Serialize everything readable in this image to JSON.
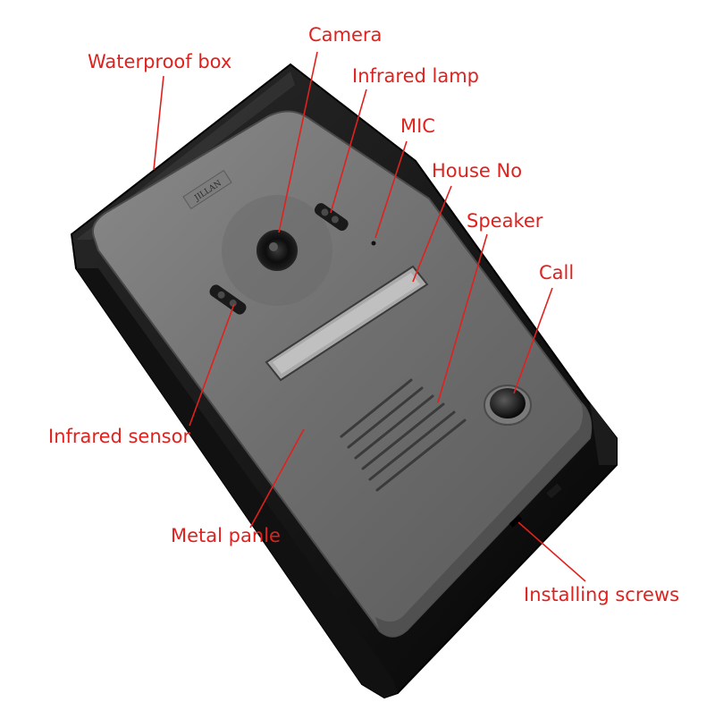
{
  "diagram": {
    "label_color": "#e0211d",
    "brand_mark": "JILLAN",
    "callouts": [
      {
        "id": "waterproof-box",
        "text": "Waterproof box"
      },
      {
        "id": "camera",
        "text": "Camera"
      },
      {
        "id": "infrared-lamp",
        "text": "Infrared lamp"
      },
      {
        "id": "mic",
        "text": "MIC"
      },
      {
        "id": "house-no",
        "text": "House No"
      },
      {
        "id": "speaker",
        "text": "Speaker"
      },
      {
        "id": "call",
        "text": "Call"
      },
      {
        "id": "infrared-sensor",
        "text": "Infrared sensor"
      },
      {
        "id": "metal-panle",
        "text": "Metal panle"
      },
      {
        "id": "installing-screws",
        "text": "Installing screws"
      }
    ]
  }
}
